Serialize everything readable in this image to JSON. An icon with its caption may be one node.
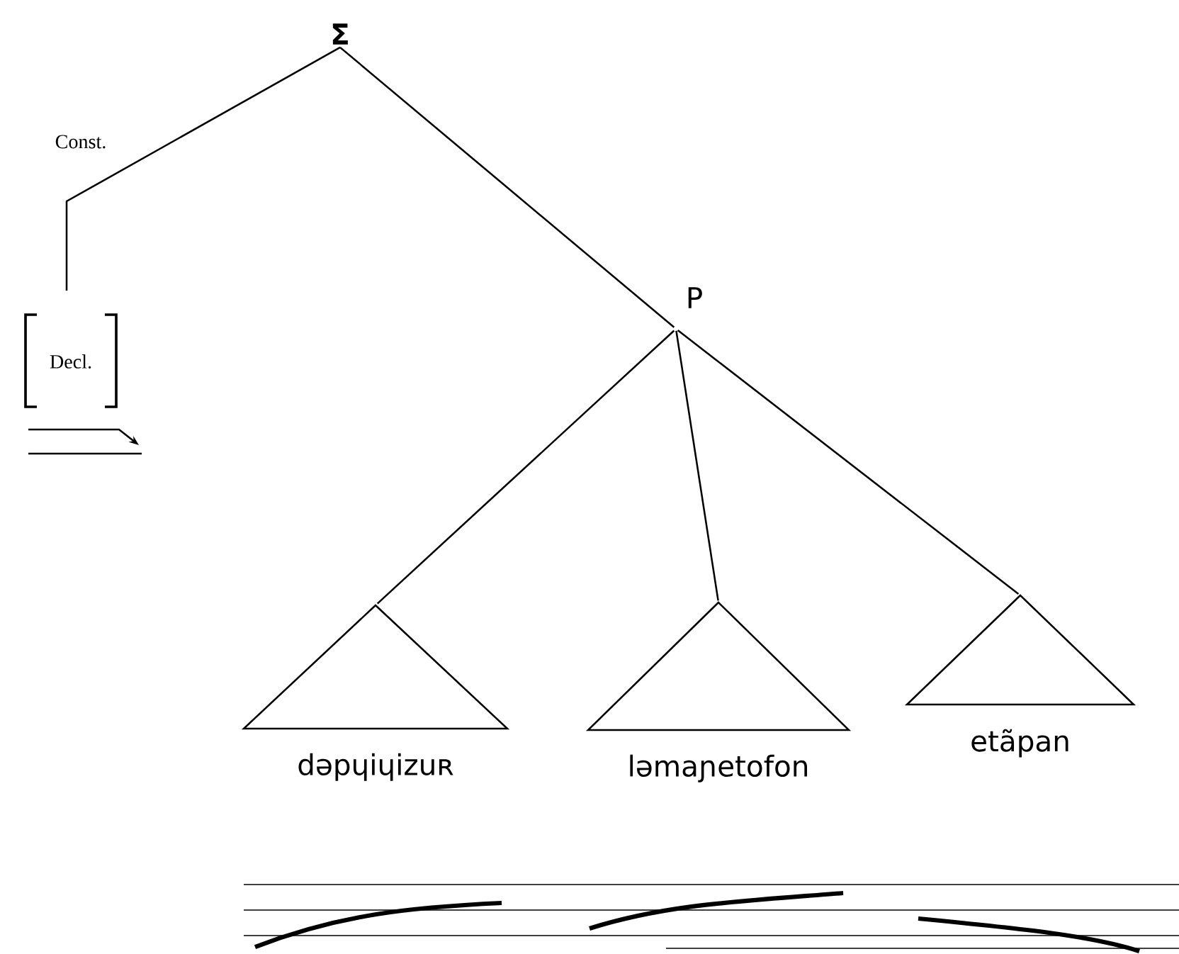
{
  "diagram": {
    "nodes": [
      {
        "text": [
          "Σ"
        ]
      },
      {
        "text": [
          "P"
        ]
      },
      {
        "text": [
          "Decl."
        ]
      },
      {
        "text": [
          "dəpɥiɥizuʀ"
        ]
      },
      {
        "text": [
          "ləmaɲetofon"
        ]
      },
      {
        "text": [
          "etãpan"
        ]
      }
    ],
    "edges": [
      {
        "from": 0,
        "to": 2,
        "arrow": "none",
        "label": "Const."
      },
      {
        "from": 0,
        "to": 1,
        "arrow": "none"
      },
      {
        "from": 1,
        "to": 3,
        "arrow": "none"
      },
      {
        "from": 1,
        "to": 4,
        "arrow": "none"
      },
      {
        "from": 1,
        "to": 5,
        "arrow": "none"
      }
    ]
  }
}
